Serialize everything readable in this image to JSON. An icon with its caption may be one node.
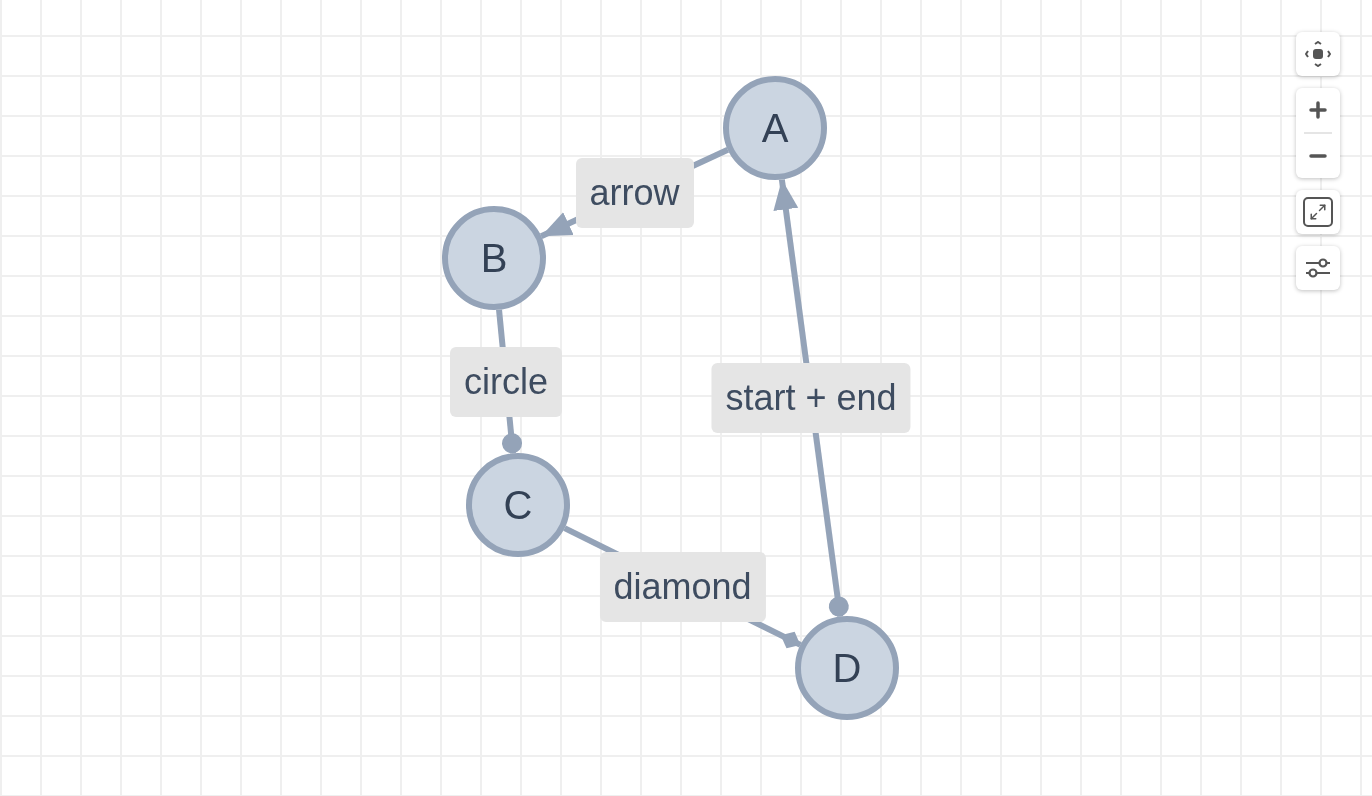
{
  "diagram": {
    "nodes": [
      {
        "text": [
          "A"
        ]
      },
      {
        "text": [
          "B"
        ]
      },
      {
        "text": [
          "C"
        ]
      },
      {
        "text": [
          "D"
        ]
      }
    ],
    "edges": [
      {
        "from": 0,
        "to": 1,
        "arrow": "to",
        "label": "arrow"
      },
      {
        "from": 1,
        "to": 2,
        "arrow": "other",
        "label": "circle"
      },
      {
        "from": 2,
        "to": 3,
        "arrow": "other",
        "label": "diamond"
      },
      {
        "from": 3,
        "to": 0,
        "arrow": "to",
        "label": "start + end"
      }
    ]
  }
}
